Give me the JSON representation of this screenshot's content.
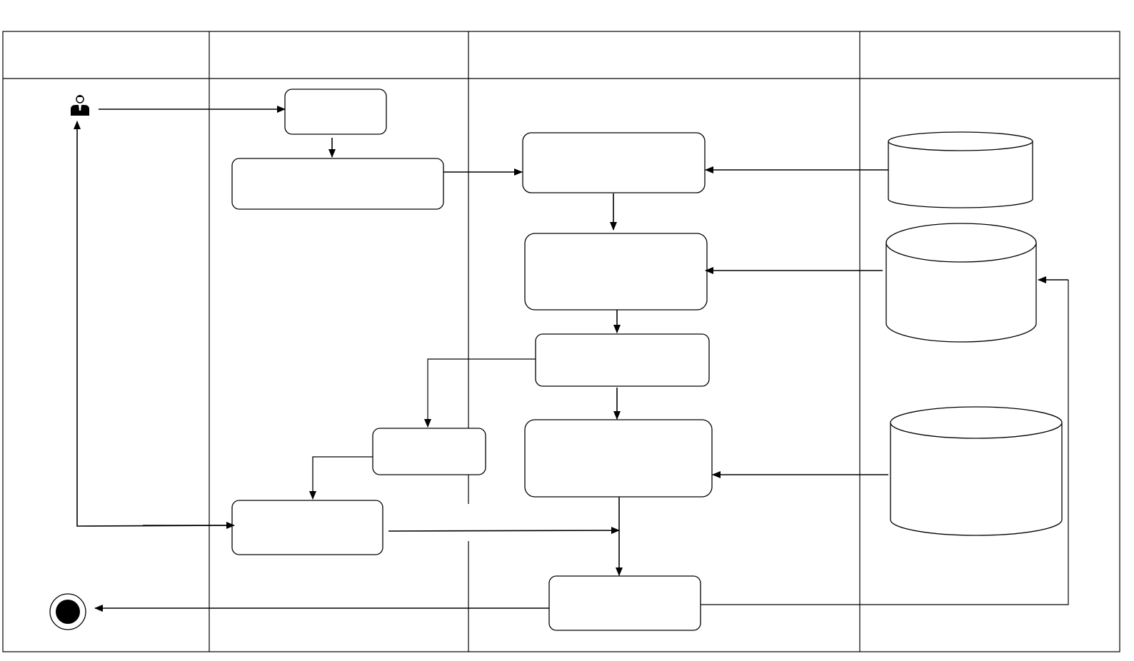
{
  "diagram": {
    "type": "swimlane-activity",
    "line_color": "#000000",
    "background": "#ffffff",
    "swimlanes": [
      {
        "id": "lane-1",
        "title": ""
      },
      {
        "id": "lane-2",
        "title": ""
      },
      {
        "id": "lane-3",
        "title": ""
      },
      {
        "id": "lane-4",
        "title": ""
      }
    ],
    "nodes": [
      {
        "id": "actor",
        "kind": "actor",
        "icon": "user-icon",
        "label": ""
      },
      {
        "id": "n1",
        "kind": "activity",
        "label": ""
      },
      {
        "id": "n2",
        "kind": "activity",
        "label": ""
      },
      {
        "id": "n3",
        "kind": "activity",
        "label": ""
      },
      {
        "id": "n4",
        "kind": "activity",
        "label": ""
      },
      {
        "id": "n5",
        "kind": "activity",
        "label": ""
      },
      {
        "id": "n6",
        "kind": "activity",
        "label": ""
      },
      {
        "id": "n7",
        "kind": "activity",
        "label": ""
      },
      {
        "id": "n8",
        "kind": "activity",
        "label": ""
      },
      {
        "id": "n9",
        "kind": "activity",
        "label": ""
      },
      {
        "id": "db1",
        "kind": "datastore",
        "label": ""
      },
      {
        "id": "db2",
        "kind": "datastore",
        "label": ""
      },
      {
        "id": "db3",
        "kind": "datastore",
        "label": ""
      },
      {
        "id": "end",
        "kind": "final-node",
        "label": ""
      }
    ],
    "edges": [
      {
        "from": "actor",
        "to": "n1"
      },
      {
        "from": "n1",
        "to": "n2"
      },
      {
        "from": "n2",
        "to": "n3"
      },
      {
        "from": "db1",
        "to": "n3"
      },
      {
        "from": "n3",
        "to": "n4"
      },
      {
        "from": "db2",
        "to": "n4"
      },
      {
        "from": "n4",
        "to": "n5"
      },
      {
        "from": "n5",
        "to": "n6"
      },
      {
        "from": "n5",
        "to": "n8"
      },
      {
        "from": "n6",
        "to": "n7"
      },
      {
        "from": "n7",
        "to": "actor"
      },
      {
        "from": "db3",
        "to": "n8"
      },
      {
        "from": "n7",
        "to": "n9"
      },
      {
        "from": "n8",
        "to": "n9"
      },
      {
        "from": "n9",
        "to": "end"
      },
      {
        "from": "n9",
        "to": "db2"
      }
    ]
  }
}
